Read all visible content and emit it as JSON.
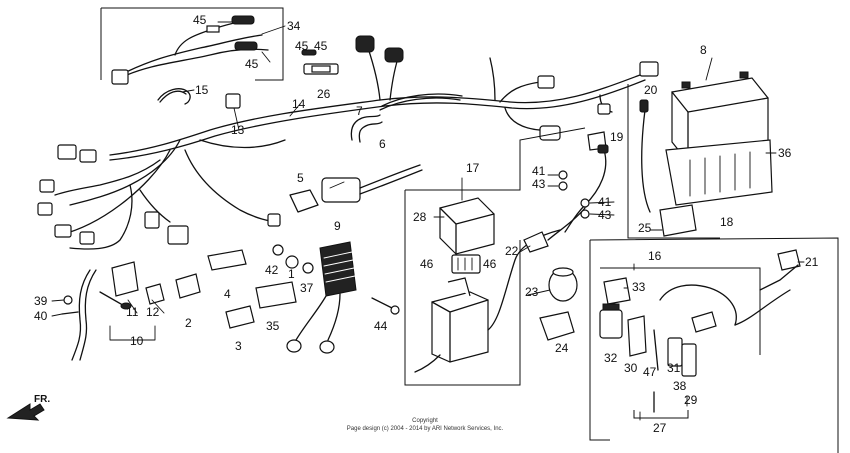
{
  "diagram": {
    "callouts": [
      "45",
      "34",
      "45",
      "45",
      "45",
      "15",
      "14",
      "13",
      "26",
      "7",
      "6",
      "5",
      "20",
      "8",
      "36",
      "19",
      "17",
      "41",
      "43",
      "41",
      "43",
      "28",
      "22",
      "18",
      "25",
      "9",
      "46",
      "46",
      "23",
      "24",
      "42",
      "1",
      "37",
      "4",
      "2",
      "3",
      "35",
      "44",
      "16",
      "21",
      "33",
      "32",
      "30",
      "31",
      "47",
      "38",
      "29",
      "27",
      "39",
      "40",
      "11",
      "12",
      "10"
    ],
    "copyright_line1": "Copyright",
    "copyright_line2": "Page design (c) 2004 - 2014 by ARI Network Services, Inc.",
    "direction_label": "FR."
  }
}
